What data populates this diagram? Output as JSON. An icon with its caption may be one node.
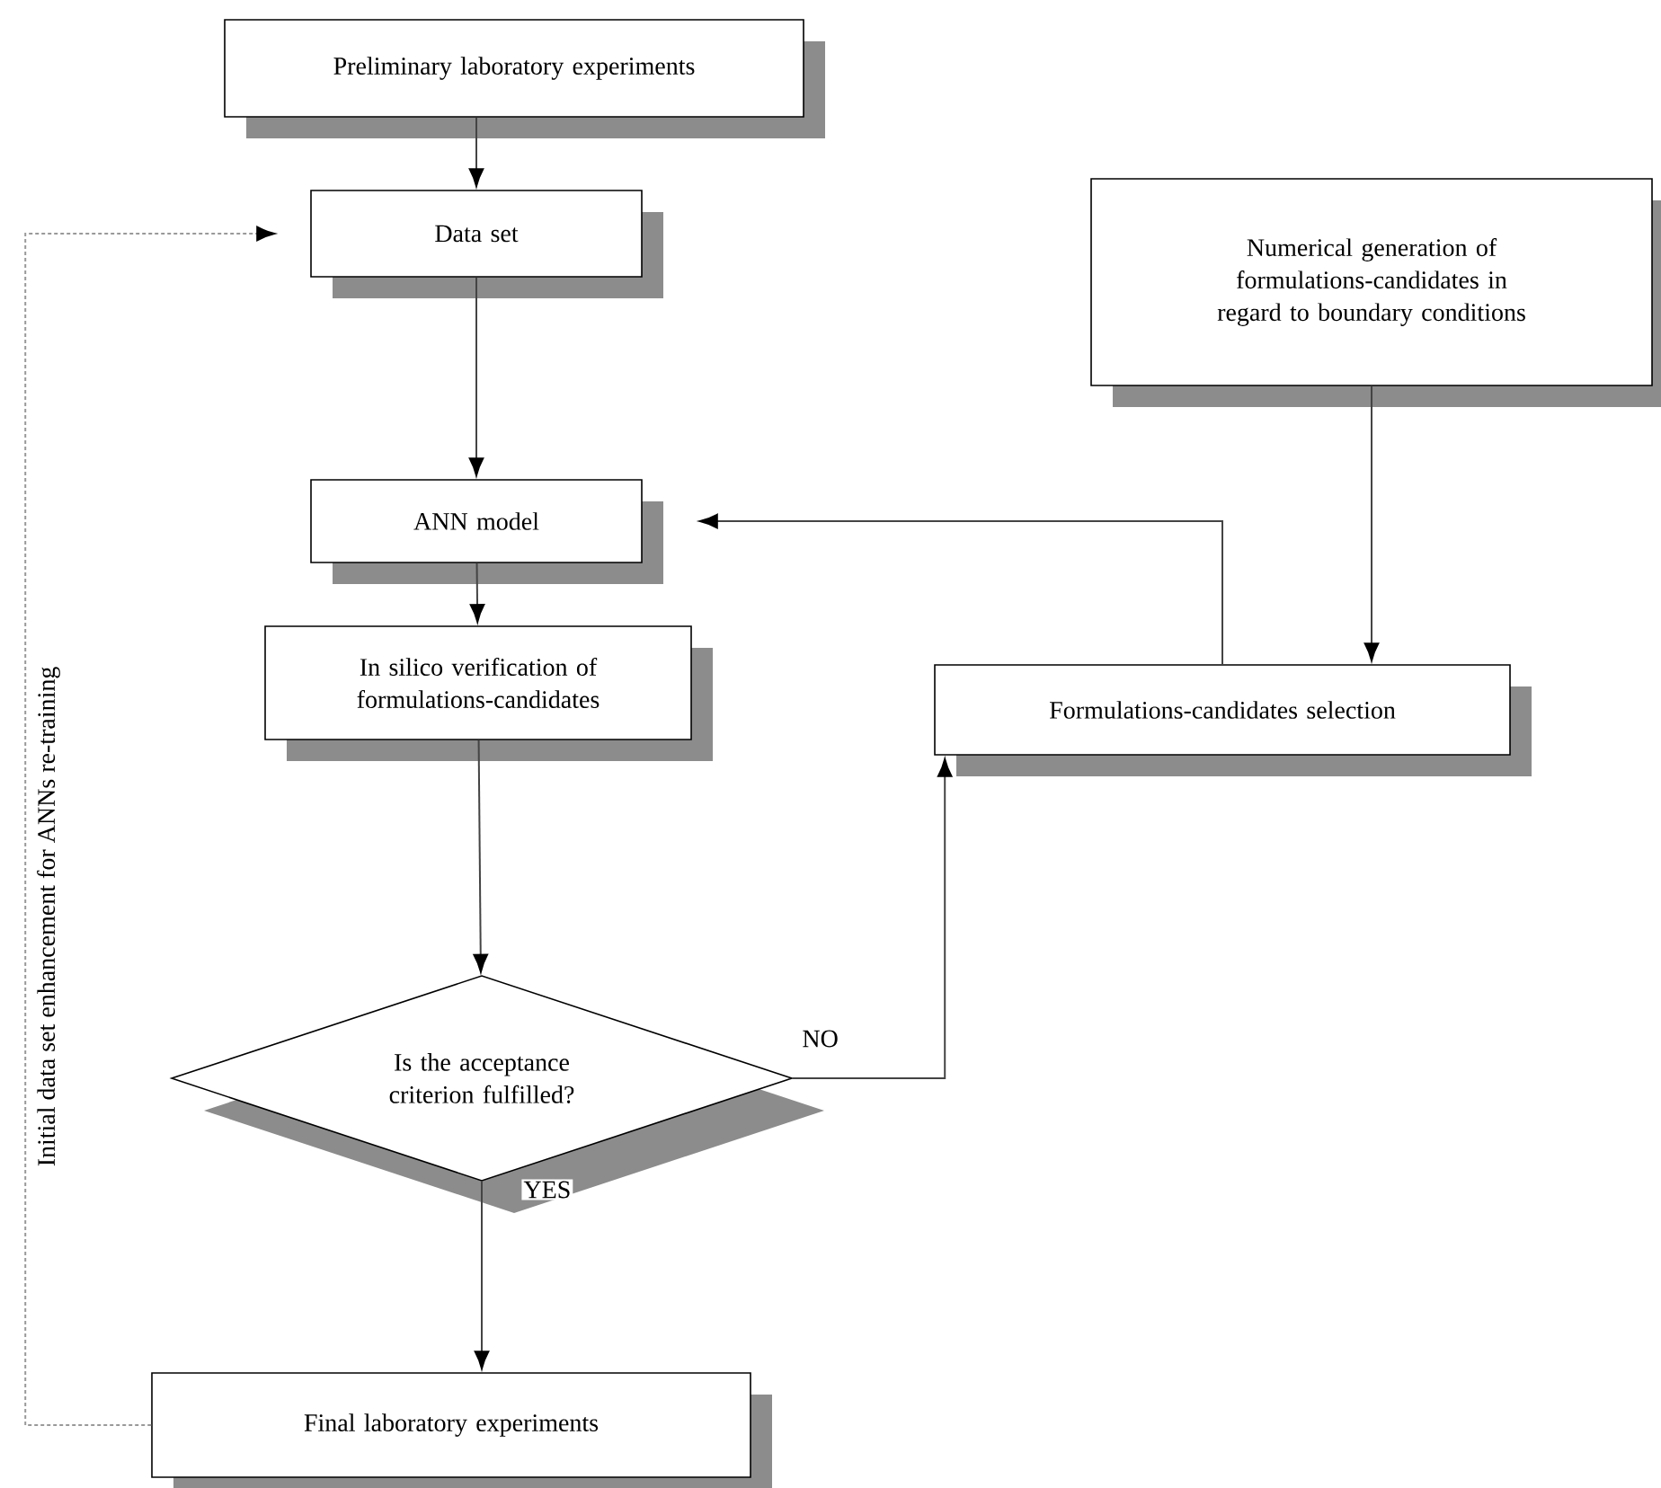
{
  "diagram": {
    "nodes": [
      {
        "text": [
          "Preliminary laboratory experiments"
        ]
      },
      {
        "text": [
          "Data set"
        ]
      },
      {
        "text": [
          "ANN model"
        ]
      },
      {
        "text": [
          "In silico verification of formulations-candidates"
        ]
      },
      {
        "text": [
          "Is the acceptance criterion fulfilled?"
        ]
      },
      {
        "text": [
          "Final laboratory experiments"
        ]
      },
      {
        "text": [
          "Numerical generation of formulations-candidates in regard to boundary conditions"
        ]
      },
      {
        "text": [
          "Formulations-candidates selection"
        ]
      }
    ],
    "edges": [
      {
        "from": 0,
        "to": 1,
        "arrow": "to"
      },
      {
        "from": 1,
        "to": 2,
        "arrow": "to"
      },
      {
        "from": 2,
        "to": 3,
        "arrow": "to"
      },
      {
        "from": 3,
        "to": 4,
        "arrow": "to"
      },
      {
        "from": 4,
        "to": 5,
        "arrow": "to",
        "label": "YES"
      },
      {
        "from": 4,
        "to": 7,
        "arrow": "to",
        "label": "NO"
      },
      {
        "from": 6,
        "to": 7,
        "arrow": "to"
      },
      {
        "from": 7,
        "to": 2,
        "arrow": "to"
      },
      {
        "from": 5,
        "to": 1,
        "arrow": "to",
        "label": "Initial data set enhancement for ANNs re-training",
        "style": "dashed",
        "color": "#999999"
      }
    ]
  }
}
